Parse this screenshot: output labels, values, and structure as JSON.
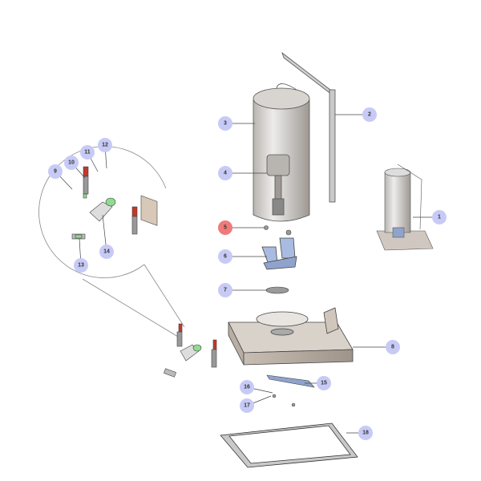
{
  "diagram": {
    "colors": {
      "callout": "#c8caf6",
      "callout_highlight": "#f07a7a",
      "leader": "#444444"
    },
    "callouts": [
      {
        "label": "1",
        "part": "assembly-preview"
      },
      {
        "label": "2",
        "part": "lever-arm"
      },
      {
        "label": "3",
        "part": "cylinder-tank"
      },
      {
        "label": "4",
        "part": "valve"
      },
      {
        "label": "5",
        "part": "screw",
        "highlighted": true
      },
      {
        "label": "6",
        "part": "bracket"
      },
      {
        "label": "7",
        "part": "washer-disc"
      },
      {
        "label": "8",
        "part": "base-box"
      },
      {
        "label": "9",
        "part": "screws"
      },
      {
        "label": "10",
        "part": "toggle-clamp"
      },
      {
        "label": "11",
        "part": "nuts"
      },
      {
        "label": "12",
        "part": "nuts"
      },
      {
        "label": "13",
        "part": "clip"
      },
      {
        "label": "14",
        "part": "elbow-pipe"
      },
      {
        "label": "15",
        "part": "blade"
      },
      {
        "label": "16",
        "part": "pin"
      },
      {
        "label": "17",
        "part": "screw"
      },
      {
        "label": "18",
        "part": "frame-gasket"
      }
    ]
  }
}
